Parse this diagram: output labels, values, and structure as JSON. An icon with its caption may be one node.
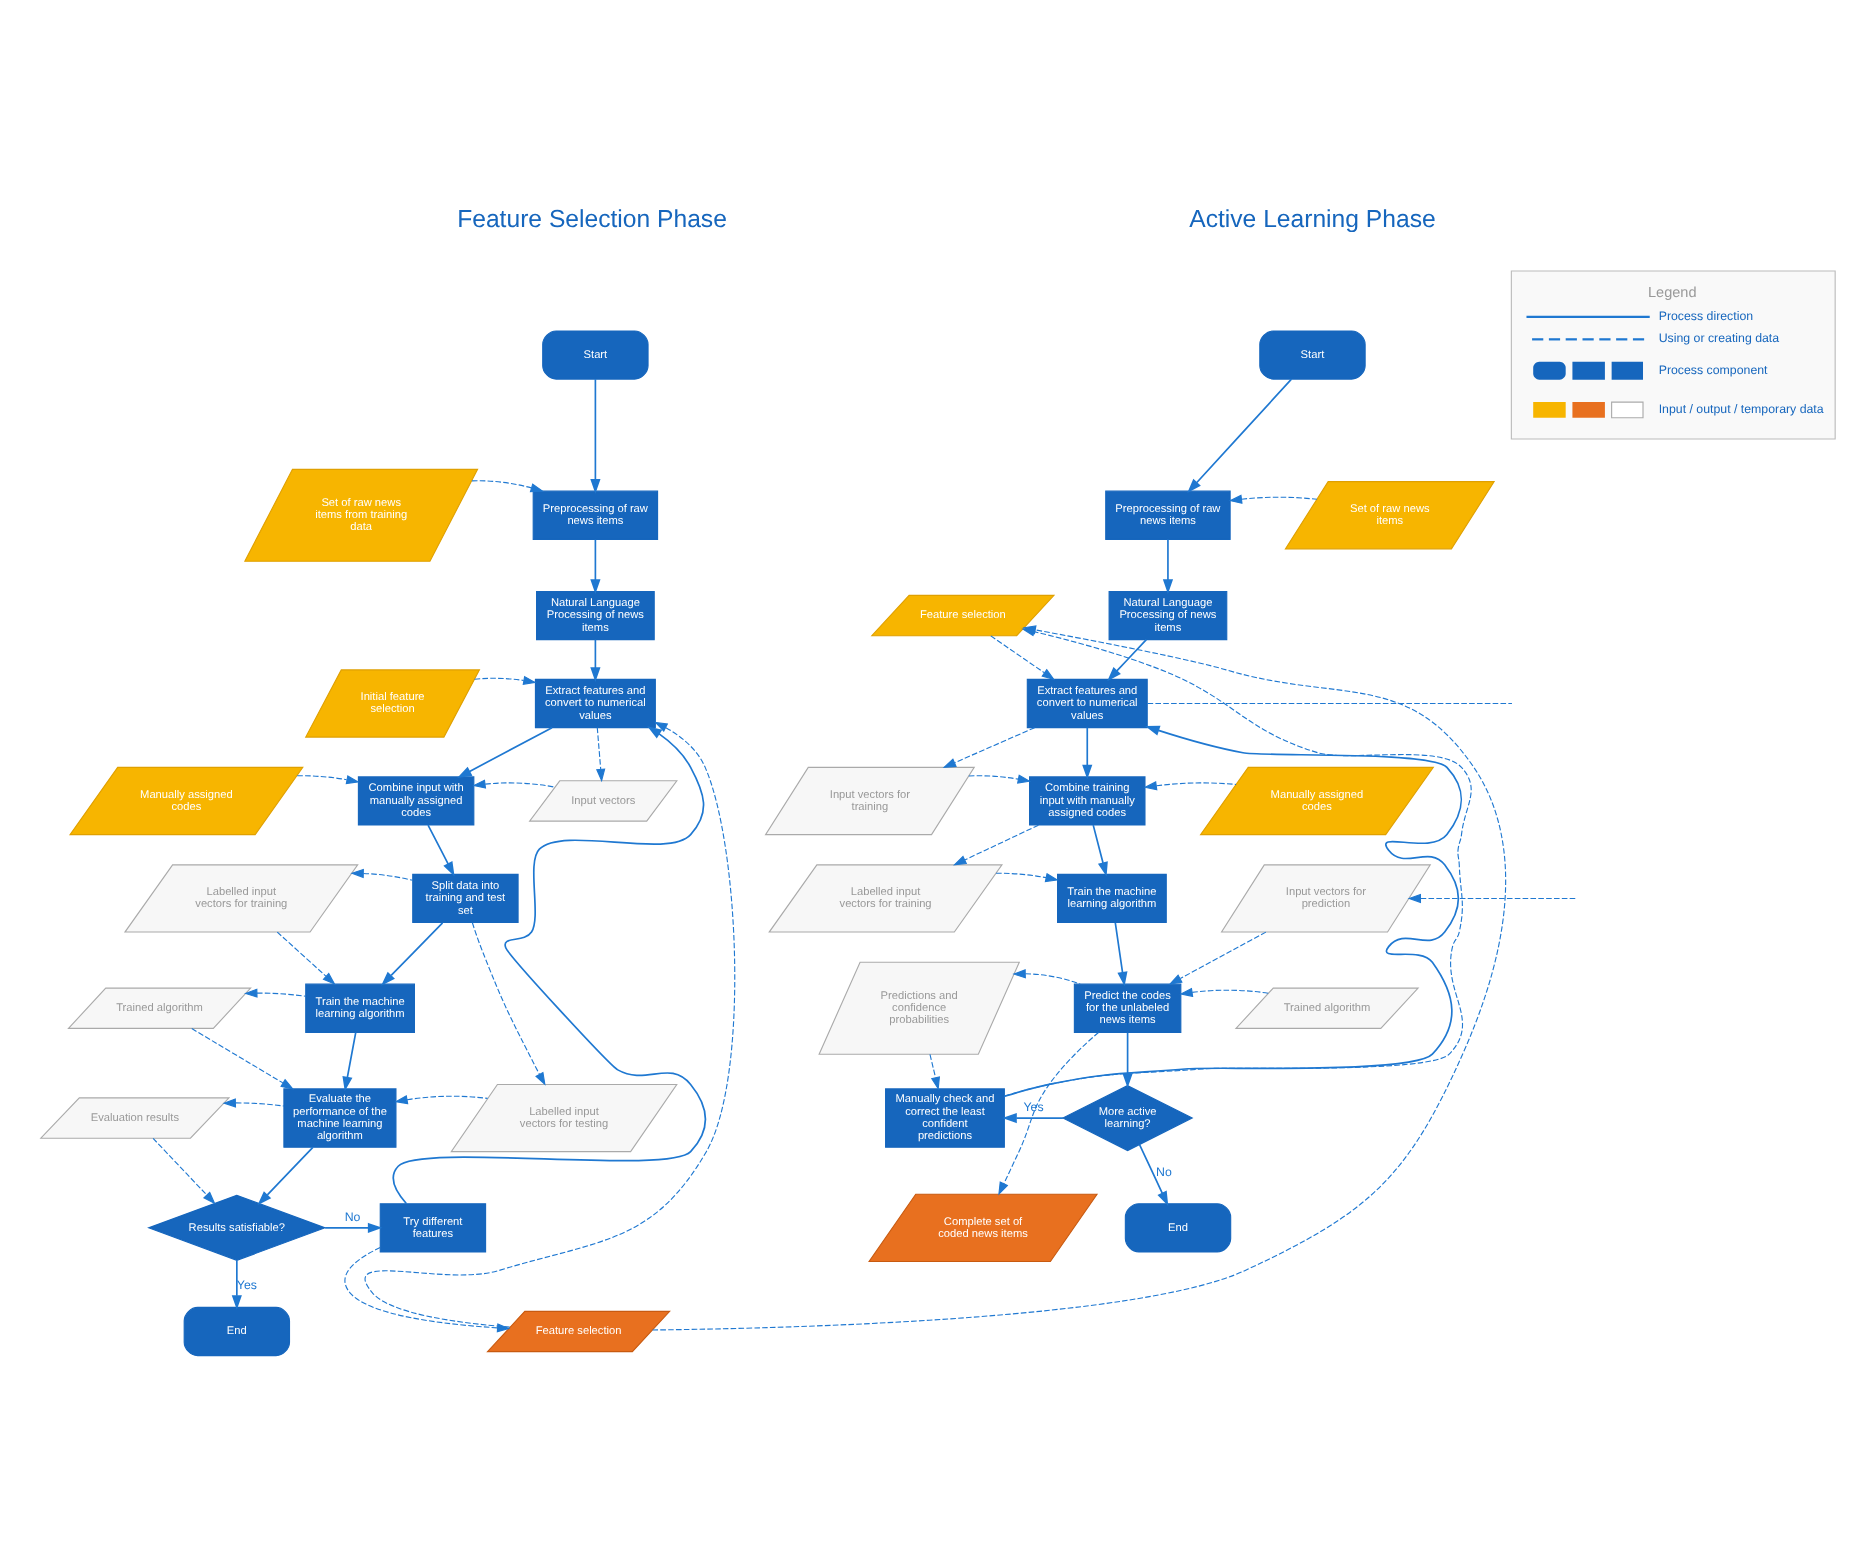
{
  "diagram": {
    "nodes": [
      {
        "text": [
          "Start"
        ]
      },
      {
        "text": [
          "Set of raw news items from training data"
        ]
      },
      {
        "text": [
          "Preprocessing of raw news items"
        ]
      },
      {
        "text": [
          "Natural Language Processing of news items"
        ]
      },
      {
        "text": [
          "Initial feature selection"
        ]
      },
      {
        "text": [
          "Extract features and convert to numerical values"
        ]
      },
      {
        "text": [
          "Manually assigned codes"
        ]
      },
      {
        "text": [
          "Combine input with manually assigned codes"
        ]
      },
      {
        "text": [
          "Input vectors"
        ]
      },
      {
        "text": [
          "Labelled input vectors for training"
        ]
      },
      {
        "text": [
          "Split data into training and test set"
        ]
      },
      {
        "text": [
          "Trained algorithm"
        ]
      },
      {
        "text": [
          "Train the machine learning algorithm"
        ]
      },
      {
        "text": [
          "Evaluation results"
        ]
      },
      {
        "text": [
          "Evaluate the performance of the machine learning algorithm"
        ]
      },
      {
        "text": [
          "Labelled input vectors for testing"
        ]
      },
      {
        "text": [
          "Results satisfiable?"
        ]
      },
      {
        "text": [
          "Try different features"
        ]
      },
      {
        "text": [
          "End"
        ]
      },
      {
        "text": [
          "Feature selection"
        ]
      },
      {
        "text": [
          "Start"
        ]
      },
      {
        "text": [
          "Preprocessing of raw news items"
        ]
      },
      {
        "text": [
          "Set of raw news items"
        ]
      },
      {
        "text": [
          "Feature selection"
        ]
      },
      {
        "text": [
          "Natural Language Processing of news items"
        ]
      },
      {
        "text": [
          "Extract features and convert to numerical values"
        ]
      },
      {
        "text": [
          "Input vectors for training"
        ]
      },
      {
        "text": [
          "Combine training input with manually assigned codes"
        ]
      },
      {
        "text": [
          "Manually assigned codes"
        ]
      },
      {
        "text": [
          "Labelled input vectors for training"
        ]
      },
      {
        "text": [
          "Train the machine learning algorithm"
        ]
      },
      {
        "text": [
          "Input vectors for prediction"
        ]
      },
      {
        "text": [
          "Predictions and confidence probabilities"
        ]
      },
      {
        "text": [
          "Predict the codes for the unlabeled news items"
        ]
      },
      {
        "text": [
          "Trained algorithm"
        ]
      },
      {
        "text": [
          "Manually check and correct the least confident predictions"
        ]
      },
      {
        "text": [
          "More active learning?"
        ]
      },
      {
        "text": [
          "End"
        ]
      },
      {
        "text": [
          "Complete set of coded news items"
        ]
      }
    ],
    "edges": [
      {
        "from": 0,
        "to": 2,
        "arrow": "to"
      },
      {
        "from": 1,
        "to": 2,
        "arrow": "to",
        "style": "dashed"
      },
      {
        "from": 2,
        "to": 3,
        "arrow": "to"
      },
      {
        "from": 3,
        "to": 5,
        "arrow": "to"
      },
      {
        "from": 4,
        "to": 5,
        "arrow": "to",
        "style": "dashed"
      },
      {
        "from": 5,
        "to": 7,
        "arrow": "to"
      },
      {
        "from": 5,
        "to": 8,
        "arrow": "to",
        "style": "dashed"
      },
      {
        "from": 6,
        "to": 7,
        "arrow": "to",
        "style": "dashed"
      },
      {
        "from": 8,
        "to": 7,
        "arrow": "to",
        "style": "dashed"
      },
      {
        "from": 7,
        "to": 10,
        "arrow": "to"
      },
      {
        "from": 10,
        "to": 9,
        "arrow": "to",
        "style": "dashed"
      },
      {
        "from": 10,
        "to": 15,
        "arrow": "to",
        "style": "dashed"
      },
      {
        "from": 10,
        "to": 12,
        "arrow": "to"
      },
      {
        "from": 9,
        "to": 12,
        "arrow": "to",
        "style": "dashed"
      },
      {
        "from": 12,
        "to": 11,
        "arrow": "to",
        "style": "dashed"
      },
      {
        "from": 12,
        "to": 14,
        "arrow": "to"
      },
      {
        "from": 11,
        "to": 14,
        "arrow": "to",
        "style": "dashed"
      },
      {
        "from": 15,
        "to": 14,
        "arrow": "to",
        "style": "dashed"
      },
      {
        "from": 14,
        "to": 13,
        "arrow": "to",
        "style": "dashed"
      },
      {
        "from": 14,
        "to": 16,
        "arrow": "to"
      },
      {
        "from": 13,
        "to": 16,
        "arrow": "to",
        "style": "dashed"
      },
      {
        "from": 16,
        "to": 17,
        "arrow": "to",
        "label": "No"
      },
      {
        "from": 16,
        "to": 18,
        "arrow": "to",
        "label": "Yes"
      },
      {
        "from": 17,
        "to": 5,
        "arrow": "to"
      },
      {
        "from": 17,
        "to": 19,
        "arrow": "to",
        "style": "dashed"
      },
      {
        "from": 19,
        "to": 5,
        "arrow": "to",
        "style": "dashed"
      },
      {
        "from": 20,
        "to": 21,
        "arrow": "to"
      },
      {
        "from": 22,
        "to": 21,
        "arrow": "to",
        "style": "dashed"
      },
      {
        "from": 21,
        "to": 24,
        "arrow": "to"
      },
      {
        "from": 24,
        "to": 25,
        "arrow": "to"
      },
      {
        "from": 23,
        "to": 25,
        "arrow": "to",
        "style": "dashed"
      },
      {
        "from": 25,
        "to": 26,
        "arrow": "to",
        "style": "dashed"
      },
      {
        "from": 25,
        "to": 27,
        "arrow": "to"
      },
      {
        "from": 25,
        "to": null,
        "arrow": "none",
        "style": "dashed"
      },
      {
        "from": 26,
        "to": 27,
        "arrow": "to",
        "style": "dashed"
      },
      {
        "from": 28,
        "to": 27,
        "arrow": "to",
        "style": "dashed"
      },
      {
        "from": 27,
        "to": 29,
        "arrow": "to",
        "style": "dashed"
      },
      {
        "from": 27,
        "to": 30,
        "arrow": "to"
      },
      {
        "from": 29,
        "to": 30,
        "arrow": "to",
        "style": "dashed"
      },
      {
        "from": null,
        "to": 31,
        "arrow": "to",
        "style": "dashed"
      },
      {
        "from": 30,
        "to": 33,
        "arrow": "to"
      },
      {
        "from": 31,
        "to": 33,
        "arrow": "to",
        "style": "dashed"
      },
      {
        "from": 34,
        "to": 33,
        "arrow": "to",
        "style": "dashed"
      },
      {
        "from": 33,
        "to": 32,
        "arrow": "to",
        "style": "dashed"
      },
      {
        "from": 33,
        "to": 38,
        "arrow": "to",
        "style": "dashed"
      },
      {
        "from": 33,
        "to": 36,
        "arrow": "to"
      },
      {
        "from": 32,
        "to": 35,
        "arrow": "to",
        "style": "dashed"
      },
      {
        "from": 36,
        "to": 35,
        "arrow": "to",
        "label": "Yes"
      },
      {
        "from": 36,
        "to": 37,
        "arrow": "to",
        "label": "No"
      },
      {
        "from": 35,
        "to": 25,
        "arrow": "to"
      },
      {
        "from": 35,
        "to": 23,
        "arrow": "to",
        "style": "dashed"
      },
      {
        "from": 19,
        "to": 23,
        "arrow": "to",
        "style": "dashed"
      }
    ],
    "labels": [
      "Feature Selection Phase",
      "Active Learning Phase",
      "Legend"
    ],
    "legend": [
      {
        "text": "Process direction"
      },
      {
        "text": "Using or creating data"
      },
      {
        "text": "Process component"
      },
      {
        "text": "Input / output / temporary data"
      }
    ]
  }
}
